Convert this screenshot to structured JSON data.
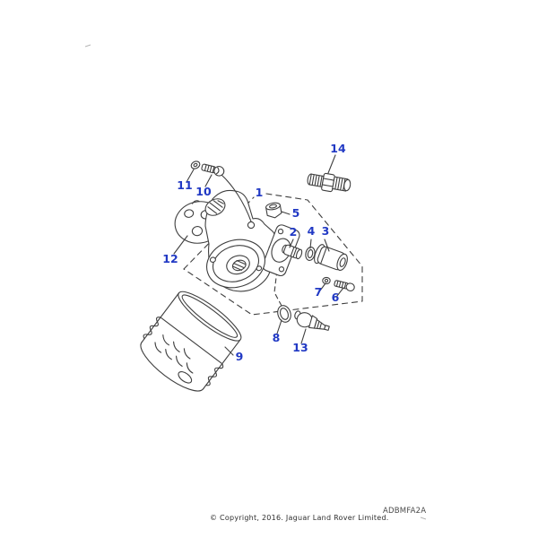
{
  "diagram": {
    "callouts": [
      {
        "label": "1"
      },
      {
        "label": "2"
      },
      {
        "label": "3"
      },
      {
        "label": "4"
      },
      {
        "label": "5"
      },
      {
        "label": "6"
      },
      {
        "label": "7"
      },
      {
        "label": "8"
      },
      {
        "label": "9"
      },
      {
        "label": "10"
      },
      {
        "label": "11"
      },
      {
        "label": "12"
      },
      {
        "label": "13"
      },
      {
        "label": "14"
      }
    ],
    "figure_code": "ADBMFA2A",
    "footer": {
      "copyright": "© Copyright, 2016. Jaguar Land Rover Limited."
    },
    "colors": {
      "callout": "#2139c4",
      "line_art": "#3f3f3f",
      "corner_mark": "#b5b5b5",
      "background": "#ffffff"
    }
  }
}
